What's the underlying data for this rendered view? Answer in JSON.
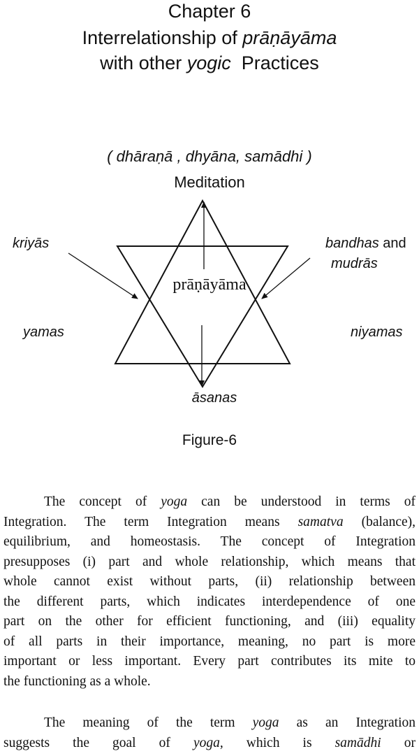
{
  "chapter": {
    "number_label": "Chapter 6",
    "title_line_1_prefix": "Interrelationship of ",
    "title_line_1_term": "prāṇāyāma",
    "title_line_2_prefix": "with other ",
    "title_line_2_term": "yogic",
    "title_line_2_suffix": "  Practices"
  },
  "diagram": {
    "top_terms": "( dhāraṇā , dhyāna, samādhi )",
    "top_label": "Meditation",
    "center_label": "prāṇāyāma",
    "upper_left_label": "kriyās",
    "upper_right_label_term": "bandhas",
    "upper_right_label_conj": " and",
    "upper_right_label_term2": "mudrās",
    "left_label": "yamas",
    "right_label": "niyamas",
    "bottom_label": "āsanas",
    "caption": "Figure-6"
  },
  "paragraph_1": {
    "lines": [
      {
        "pre": "The concept of ",
        "em": "yoga",
        "post": " can be understood in terms of"
      },
      {
        "pre": "Integration.  The term Integration means ",
        "em": "samatva",
        "post": " (balance),"
      },
      {
        "pre": "equilibrium, and homeostasis.  The concept of Integration",
        "em": "",
        "post": ""
      },
      {
        "pre": "presupposes (i) part and whole relationship, which means that",
        "em": "",
        "post": ""
      },
      {
        "pre": "whole cannot exist without parts,  (ii) relationship between",
        "em": "",
        "post": ""
      },
      {
        "pre": "the different parts, which indicates interdependence of one",
        "em": "",
        "post": ""
      },
      {
        "pre": "part on the other for efficient functioning, and (iii) equality",
        "em": "",
        "post": ""
      },
      {
        "pre": "of all parts in their importance, meaning, no part is more",
        "em": "",
        "post": ""
      },
      {
        "pre": "important or less important.  Every part contributes its mite to",
        "em": "",
        "post": ""
      },
      {
        "pre": "the functioning as a whole.",
        "em": "",
        "post": ""
      }
    ]
  },
  "paragraph_2": {
    "lines": [
      {
        "pre": "The meaning of the term ",
        "em": "yoga",
        "post": " as an Integration"
      },
      {
        "pre": "suggests the goal of ",
        "em": "yoga,",
        "post": "  which is ",
        "em2": "samādhi",
        "post2": "  or"
      }
    ]
  }
}
